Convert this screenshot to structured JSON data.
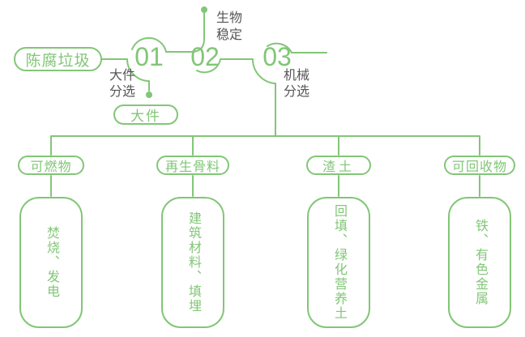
{
  "palette": {
    "accent_green": "#82c677",
    "label_dark": "#565656",
    "background": "#ffffff"
  },
  "flow": {
    "source_label": "陈腐垃圾",
    "steps": [
      {
        "number": "01",
        "label_lines": [
          "大件",
          "分选"
        ]
      },
      {
        "number": "02",
        "label_lines": [
          "生物",
          "稳定"
        ]
      },
      {
        "number": "03",
        "label_lines": [
          "机械",
          "分选"
        ]
      }
    ],
    "bulky_pill": "大件"
  },
  "branches": [
    {
      "category": "可燃物",
      "result": "焚烧、发电"
    },
    {
      "category": "再生骨料",
      "result": "建筑材料、填埋"
    },
    {
      "category": "渣土",
      "result": "回填、绿化营养土"
    },
    {
      "category": "可回收物",
      "result": "铁、有色金属"
    }
  ]
}
